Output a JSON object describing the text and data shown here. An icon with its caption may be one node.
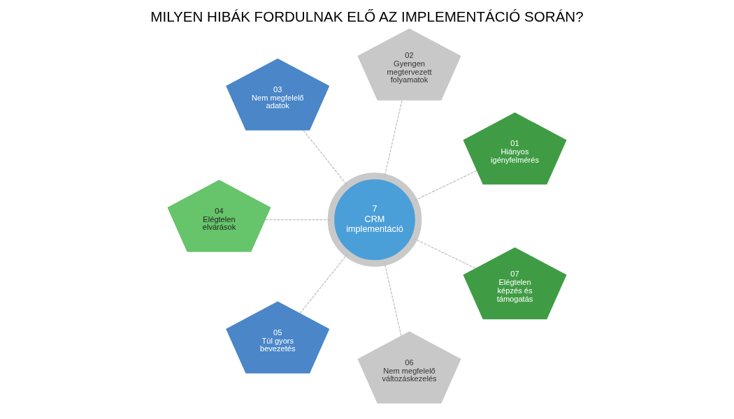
{
  "diagram": {
    "title": "MILYEN HIBÁK FORDULNAK ELŐ AZ IMPLEMENTÁCIÓ SORÁN?",
    "nodes": [
      {
        "text": [
          "7",
          "CRM implementáció"
        ]
      },
      {
        "text": [
          "01",
          "Hiányos igényfelmérés"
        ]
      },
      {
        "text": [
          "02",
          "Gyengen megtervezett folyamatok"
        ]
      },
      {
        "text": [
          "03",
          "Nem megfelelő adatok"
        ]
      },
      {
        "text": [
          "04",
          "Elégtelen elvárások"
        ]
      },
      {
        "text": [
          "05",
          "Túl gyors bevezetés"
        ]
      },
      {
        "text": [
          "06",
          "Nem megfelelő változáskezelés"
        ]
      },
      {
        "text": [
          "07",
          "Elégtelen képzés és támogatás"
        ]
      }
    ],
    "edges": [
      {
        "from": 1,
        "to": 0,
        "arrow": "none",
        "style": "dashed"
      },
      {
        "from": 2,
        "to": 0,
        "arrow": "none",
        "style": "dashed"
      },
      {
        "from": 3,
        "to": 0,
        "arrow": "none",
        "style": "dashed"
      },
      {
        "from": 4,
        "to": 0,
        "arrow": "none",
        "style": "dashed"
      },
      {
        "from": 5,
        "to": 0,
        "arrow": "none",
        "style": "dashed"
      },
      {
        "from": 6,
        "to": 0,
        "arrow": "none",
        "style": "dashed"
      },
      {
        "from": 7,
        "to": 0,
        "arrow": "none",
        "style": "dashed"
      }
    ]
  }
}
